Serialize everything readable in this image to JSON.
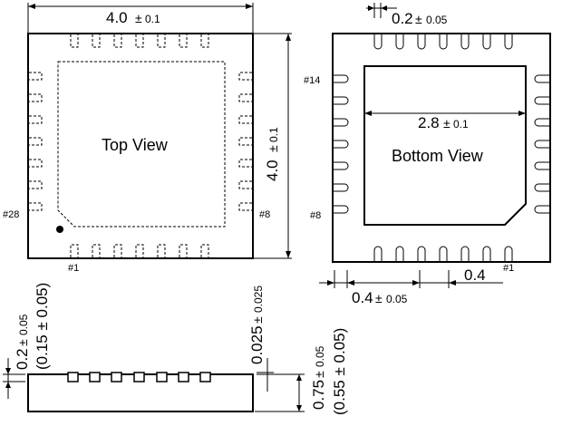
{
  "top_view": {
    "label": "Top View",
    "dim_width": {
      "value": "4.0",
      "pm": "±",
      "tol": "0.1"
    },
    "dim_height": {
      "value": "4.0",
      "pm": "±",
      "tol": "0.1"
    },
    "pin_1": "#1",
    "pin_28": "#28",
    "pin_8": "#8"
  },
  "bottom_view": {
    "label": "Bottom View",
    "pad_width": {
      "value": "0.2",
      "pm": "±",
      "tol": "0.05"
    },
    "epad": {
      "value": "2.8",
      "pm": "±",
      "tol": "0.1"
    },
    "pitch": {
      "value": "0.4",
      "pm": "±",
      "tol": "0.05"
    },
    "pad_len": "0.4",
    "pin_14": "#14",
    "pin_8": "#8",
    "pin_1": "#1"
  },
  "side_view": {
    "standoff": {
      "value": "0.2",
      "pm": "±",
      "tol": "0.05"
    },
    "standoff_alt": "(0.15 ± 0.05)",
    "lead": {
      "value": "0.025",
      "pm": "±",
      "tol": "0.025"
    },
    "height": {
      "value": "0.75",
      "pm": "±",
      "tol": "0.05"
    },
    "height_alt": "(0.55 ± 0.05)"
  }
}
